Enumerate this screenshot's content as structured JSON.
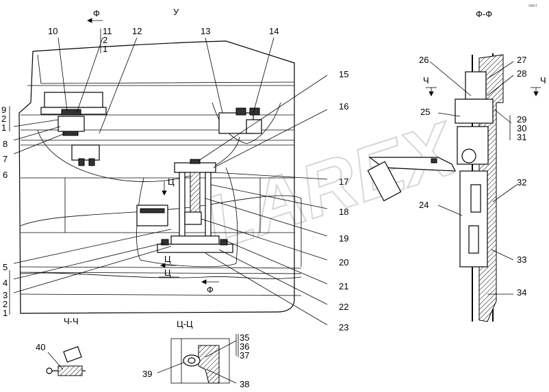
{
  "views": {
    "main": "У",
    "section_f": "Ф-Ф",
    "section_ch": "Ч-Ч",
    "section_ts": "Ц-Ц"
  },
  "section_marks": {
    "f_top": "Ф",
    "f_bottom": "Ф",
    "ch_left": "Ч",
    "ch_right": "Ч",
    "ts_upper": "Ц",
    "ts_lower1": "Ц",
    "ts_lower2": "Ц"
  },
  "watermark": "LAREX",
  "corner_mark": "лист",
  "labels": {
    "l1a": "1",
    "l1b": "1",
    "l2a": "2",
    "l2b": "2",
    "l2c": "2",
    "l3": "3",
    "l4": "4",
    "l5": "5",
    "l6": "6",
    "l7": "7",
    "l8": "8",
    "l9": "9",
    "l10": "10",
    "l11": "11",
    "l12": "12",
    "l13": "13",
    "l14": "14",
    "l15": "15",
    "l16": "16",
    "l17": "17",
    "l18": "18",
    "l19": "19",
    "l20": "20",
    "l21": "21",
    "l22": "22",
    "l23": "23",
    "l24": "24",
    "l25": "25",
    "l26": "26",
    "l27": "27",
    "l28": "28",
    "l29": "29",
    "l30": "30",
    "l31": "31",
    "l32": "32",
    "l33": "33",
    "l34": "34",
    "l35": "35",
    "l36": "36",
    "l37": "37",
    "l38": "38",
    "l39": "39",
    "l40": "40"
  }
}
